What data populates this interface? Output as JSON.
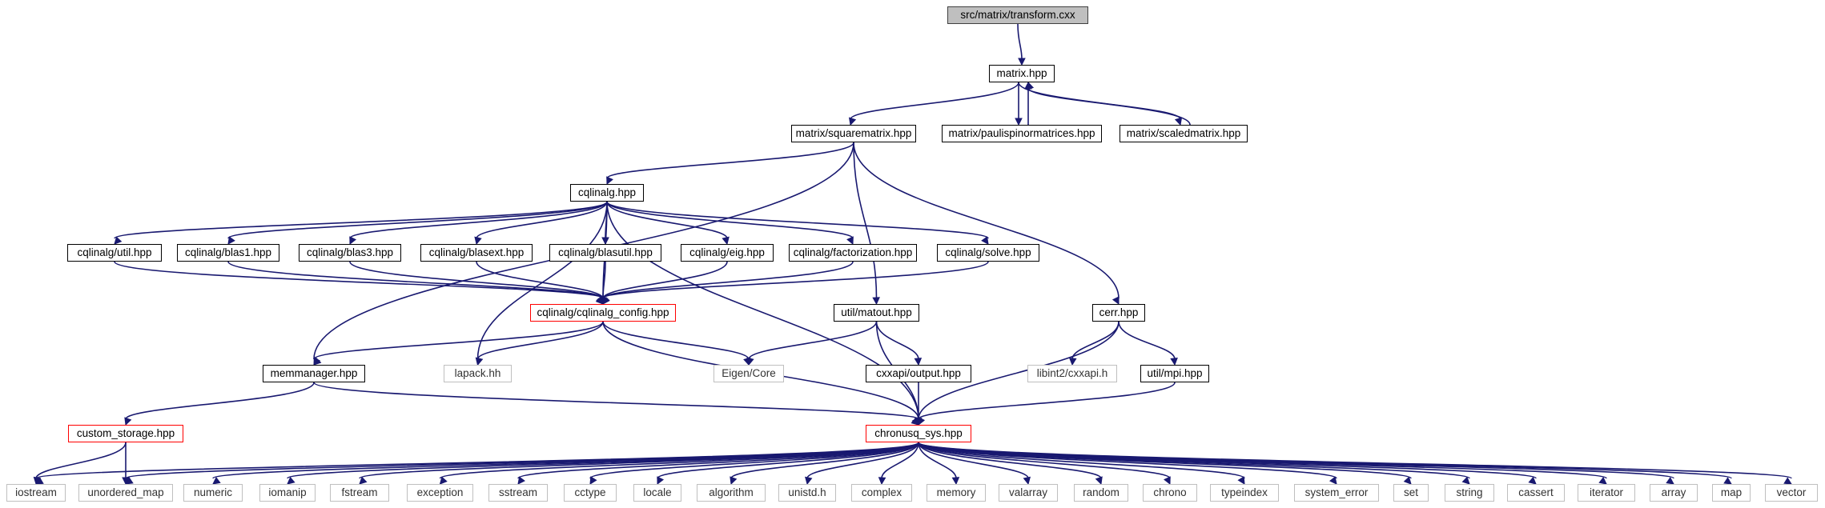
{
  "graph": {
    "nodes": {
      "root": "src/matrix/transform.cxx",
      "matrix": "matrix.hpp",
      "squarematrix": "matrix/squarematrix.hpp",
      "paulispin": "matrix/paulispinormatrices.hpp",
      "scaledmatrix": "matrix/scaledmatrix.hpp",
      "cqlinalg": "cqlinalg.hpp",
      "util": "cqlinalg/util.hpp",
      "blas1": "cqlinalg/blas1.hpp",
      "blas3": "cqlinalg/blas3.hpp",
      "blasext": "cqlinalg/blasext.hpp",
      "blasutil": "cqlinalg/blasutil.hpp",
      "eig": "cqlinalg/eig.hpp",
      "factorization": "cqlinalg/factorization.hpp",
      "solve": "cqlinalg/solve.hpp",
      "config": "cqlinalg/cqlinalg_config.hpp",
      "matout": "util/matout.hpp",
      "cerr": "cerr.hpp",
      "memmanager": "memmanager.hpp",
      "lapack": "lapack.hh",
      "eigencore": "Eigen/Core",
      "cxxapi_output": "cxxapi/output.hpp",
      "libint": "libint2/cxxapi.h",
      "mpi": "util/mpi.hpp",
      "custom_storage": "custom_storage.hpp",
      "sys": "chronusq_sys.hpp",
      "iostream": "iostream",
      "unordered_map": "unordered_map",
      "numeric": "numeric",
      "iomanip": "iomanip",
      "fstream": "fstream",
      "exception": "exception",
      "sstream": "sstream",
      "cctype": "cctype",
      "locale": "locale",
      "algorithm": "algorithm",
      "unistd": "unistd.h",
      "complex": "complex",
      "memory": "memory",
      "valarray": "valarray",
      "random": "random",
      "chrono": "chrono",
      "typeindex": "typeindex",
      "system_error": "system_error",
      "set": "set",
      "string": "string",
      "cassert": "cassert",
      "iterator": "iterator",
      "array": "array",
      "map": "map",
      "vector": "vector"
    },
    "edges": [
      [
        "root",
        "matrix"
      ],
      [
        "matrix",
        "squarematrix"
      ],
      [
        "matrix",
        "paulispin"
      ],
      [
        "paulispin",
        "matrix"
      ],
      [
        "matrix",
        "scaledmatrix"
      ],
      [
        "scaledmatrix",
        "matrix"
      ],
      [
        "squarematrix",
        "cqlinalg"
      ],
      [
        "squarematrix",
        "memmanager"
      ],
      [
        "squarematrix",
        "matout"
      ],
      [
        "squarematrix",
        "cerr"
      ],
      [
        "cqlinalg",
        "util"
      ],
      [
        "cqlinalg",
        "blas1"
      ],
      [
        "cqlinalg",
        "blas3"
      ],
      [
        "cqlinalg",
        "blasext"
      ],
      [
        "cqlinalg",
        "blasutil"
      ],
      [
        "cqlinalg",
        "eig"
      ],
      [
        "cqlinalg",
        "factorization"
      ],
      [
        "cqlinalg",
        "solve"
      ],
      [
        "cqlinalg",
        "config"
      ],
      [
        "cqlinalg",
        "lapack"
      ],
      [
        "cqlinalg",
        "sys"
      ],
      [
        "util",
        "config"
      ],
      [
        "blas1",
        "config"
      ],
      [
        "blas3",
        "config"
      ],
      [
        "blasext",
        "config"
      ],
      [
        "blasutil",
        "config"
      ],
      [
        "eig",
        "config"
      ],
      [
        "factorization",
        "config"
      ],
      [
        "solve",
        "config"
      ],
      [
        "config",
        "memmanager"
      ],
      [
        "config",
        "lapack"
      ],
      [
        "config",
        "eigencore"
      ],
      [
        "config",
        "sys"
      ],
      [
        "matout",
        "eigencore"
      ],
      [
        "matout",
        "sys"
      ],
      [
        "matout",
        "cxxapi_output"
      ],
      [
        "cxxapi_output",
        "sys"
      ],
      [
        "cerr",
        "sys"
      ],
      [
        "cerr",
        "libint"
      ],
      [
        "cerr",
        "mpi"
      ],
      [
        "mpi",
        "sys"
      ],
      [
        "memmanager",
        "custom_storage"
      ],
      [
        "memmanager",
        "sys"
      ],
      [
        "custom_storage",
        "iostream"
      ],
      [
        "custom_storage",
        "unordered_map"
      ],
      [
        "sys",
        "iostream"
      ],
      [
        "sys",
        "unordered_map"
      ],
      [
        "sys",
        "numeric"
      ],
      [
        "sys",
        "iomanip"
      ],
      [
        "sys",
        "fstream"
      ],
      [
        "sys",
        "exception"
      ],
      [
        "sys",
        "sstream"
      ],
      [
        "sys",
        "cctype"
      ],
      [
        "sys",
        "locale"
      ],
      [
        "sys",
        "algorithm"
      ],
      [
        "sys",
        "unistd"
      ],
      [
        "sys",
        "complex"
      ],
      [
        "sys",
        "memory"
      ],
      [
        "sys",
        "valarray"
      ],
      [
        "sys",
        "random"
      ],
      [
        "sys",
        "chrono"
      ],
      [
        "sys",
        "typeindex"
      ],
      [
        "sys",
        "system_error"
      ],
      [
        "sys",
        "set"
      ],
      [
        "sys",
        "string"
      ],
      [
        "sys",
        "cassert"
      ],
      [
        "sys",
        "iterator"
      ],
      [
        "sys",
        "array"
      ],
      [
        "sys",
        "map"
      ],
      [
        "sys",
        "vector"
      ]
    ],
    "colors": {
      "edge": "#191970",
      "root_fill": "#bfbfbf",
      "normal_border": "#000000",
      "truncated_border": "#ff0000",
      "external_border": "#bfbfbf"
    }
  }
}
